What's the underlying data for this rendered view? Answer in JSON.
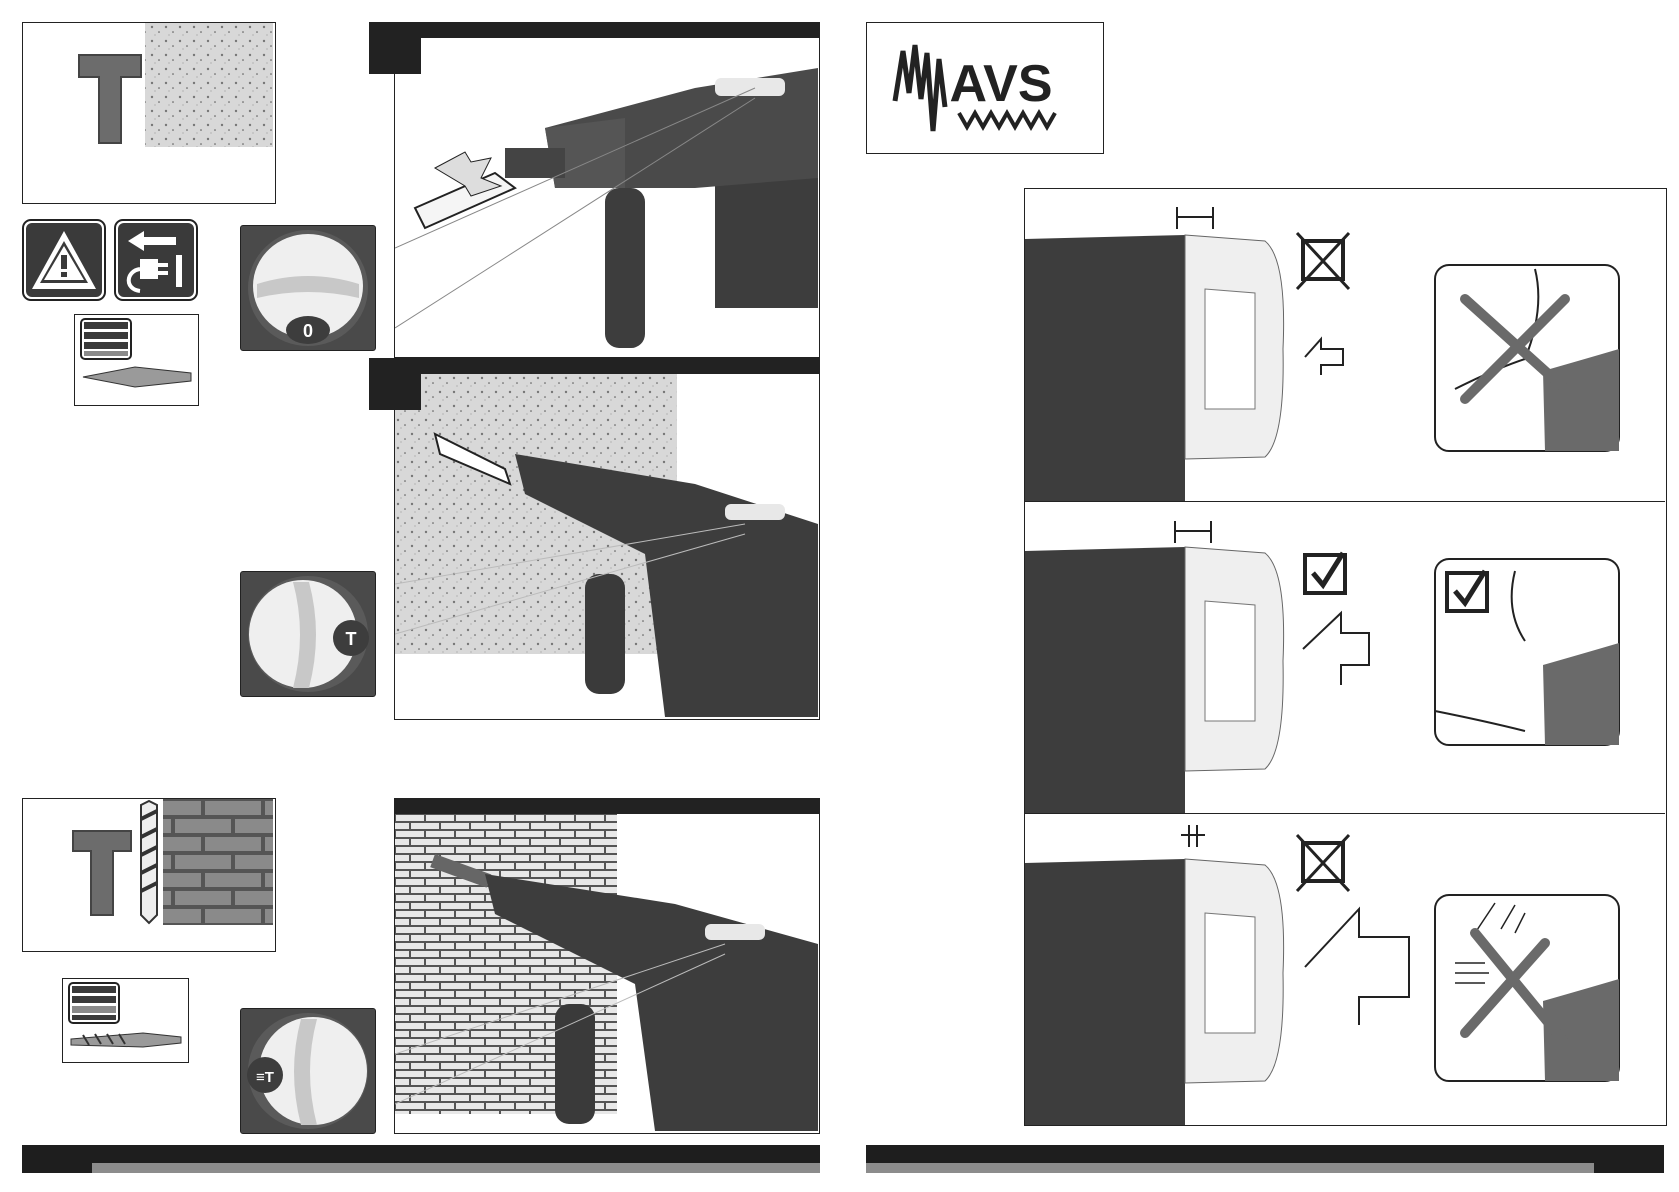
{
  "left_page": {
    "chisel_mode": {
      "mode_icon": "hammer-icon",
      "surface": "concrete",
      "knob_setting_1": "0",
      "knob_setting_2": "T"
    },
    "warnings": [
      "warning-triangle-icon",
      "unplug-icon"
    ],
    "tools_icon": "chisel-bits-icon",
    "hammer_drill_mode": {
      "mode_icon": "hammer-drill-icon",
      "surface": "brick",
      "knob_setting": "≡T"
    }
  },
  "right_page": {
    "logo_text": "AVS",
    "panels": [
      {
        "state": "wrong",
        "symbol": "crossed-checkbox-icon",
        "result": "wrong"
      },
      {
        "state": "correct",
        "symbol": "checkbox-icon",
        "result": "correct"
      },
      {
        "state": "wrong",
        "symbol": "crossed-checkbox-icon",
        "result": "wrong"
      }
    ]
  },
  "colors": {
    "dark_body": "#3d3d3d",
    "light_body": "#e8e8e8",
    "footer_dark": "#1e1e1e",
    "footer_grey": "#8c8c8c"
  }
}
